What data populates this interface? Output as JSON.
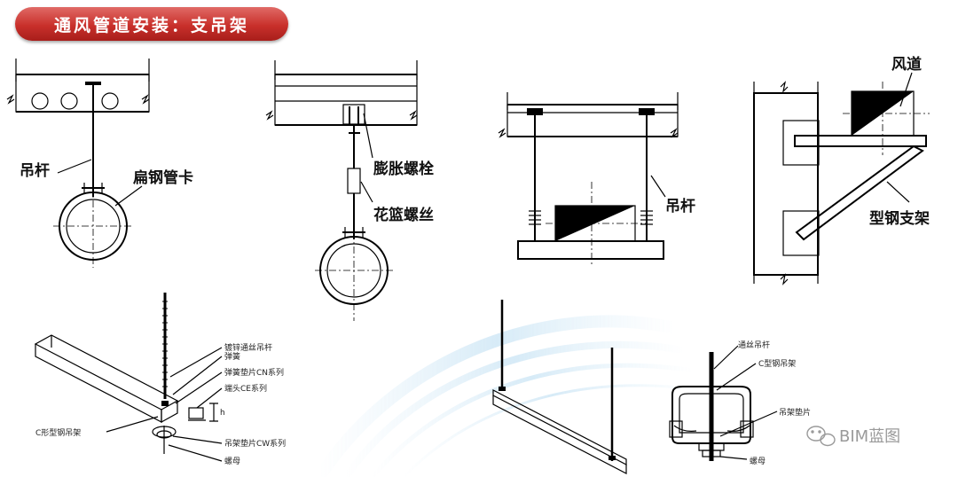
{
  "title": "通风管道安装：支吊架",
  "labels": {
    "hanger_rod_1": "吊杆",
    "flat_steel_clamp": "扁钢管卡",
    "expansion_bolt": "膨胀螺栓",
    "turnbuckle": "花篮螺丝",
    "hanger_rod_2": "吊杆",
    "air_duct": "风道",
    "steel_bracket": "型钢支架",
    "galv_rod": "镀锌通丝吊杆",
    "spring": "弹簧",
    "spring_washer": "弹簧垫片CN系列",
    "end_cap": "端头CE系列",
    "c_channel_hanger": "C形型钢吊架",
    "bracket_washer_cw": "吊架垫片CW系列",
    "nut_1": "螺母",
    "h_mark": "h",
    "threaded_rod": "通丝吊杆",
    "c_channel_2": "C型钢吊架",
    "bracket_washer": "吊架垫片",
    "nut_2": "螺母"
  },
  "watermark": "BIM蓝图",
  "colors": {
    "banner": "#c9302b",
    "banner_text": "#ffffff",
    "swoosh": "#cfe6f5"
  }
}
